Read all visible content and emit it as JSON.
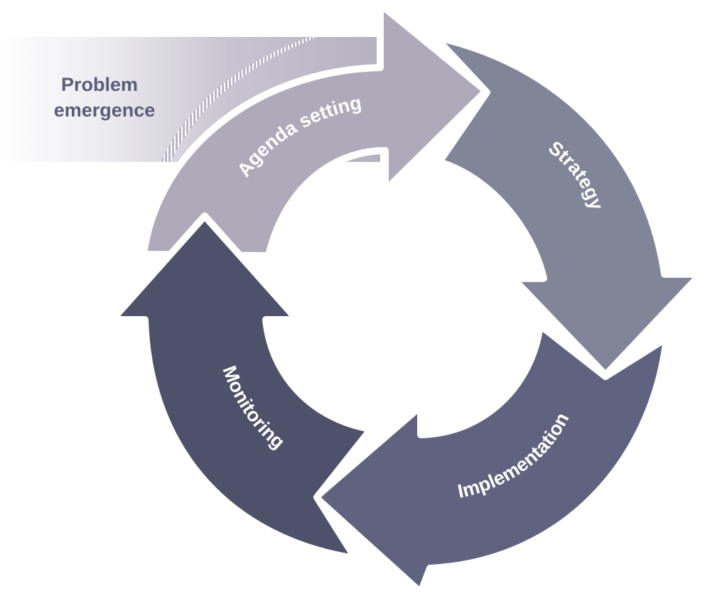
{
  "origin": {
    "line1": "Problem",
    "line2": "emergence",
    "text_color": "#5c5d7c",
    "band_color": "#b6b1c1"
  },
  "stages": [
    {
      "id": "agenda-setting",
      "label": "Agenda setting",
      "color": "#aeaab9"
    },
    {
      "id": "strategy",
      "label": "Strategy",
      "color": "#828498"
    },
    {
      "id": "implementation",
      "label": "Implementation",
      "color": "#60627f"
    },
    {
      "id": "monitoring",
      "label": "Monitoring",
      "color": "#4f5069"
    }
  ],
  "colors": {
    "background": "#ffffff",
    "label": "#ffffff",
    "separator": "#ffffff"
  }
}
